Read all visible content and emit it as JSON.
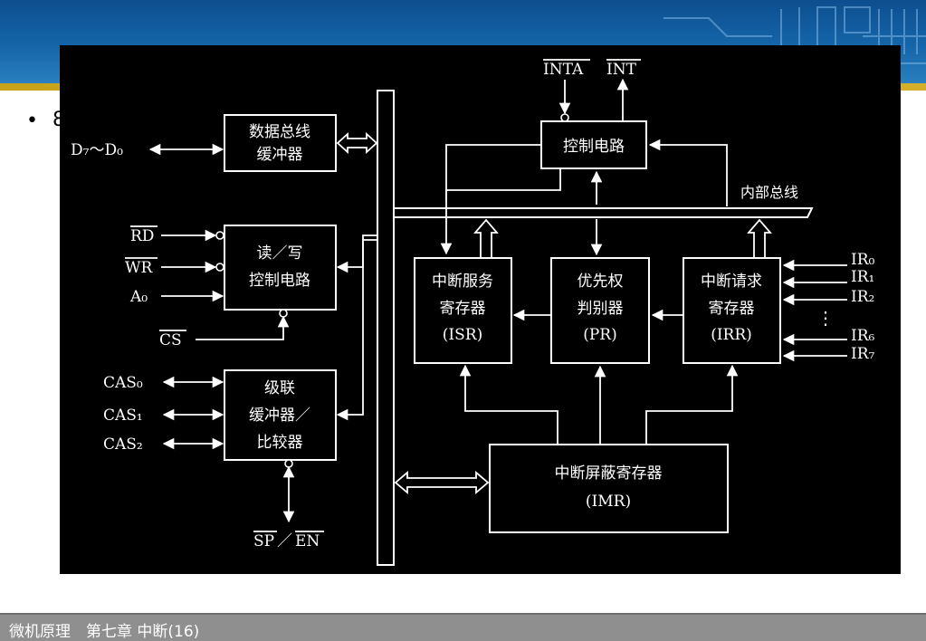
{
  "slide": {
    "bullet_text": "8",
    "footer": "微机原理　第七章 中断(16)"
  },
  "colors": {
    "header_blue": "#1565a8",
    "header_rule_gold": "#c7a21a",
    "diagram_bg": "#000000",
    "diagram_fg": "#ffffff",
    "footer_gray": "#8f8f8f"
  },
  "diagram": {
    "blocks": {
      "data_bus_buffer": [
        "数据总线",
        "缓冲器"
      ],
      "rw_control": [
        "读／写",
        "控制电路"
      ],
      "cascade": [
        "级联",
        "缓冲器／",
        "比较器"
      ],
      "control_logic": [
        "控制电路"
      ],
      "isr": [
        "中断服务",
        "寄存器",
        "(ISR)"
      ],
      "pr": [
        "优先权",
        "判别器",
        "(PR)"
      ],
      "irr": [
        "中断请求",
        "寄存器",
        "(IRR)"
      ],
      "imr": [
        "中断屏蔽寄存器",
        "(IMR)"
      ]
    },
    "signals": {
      "data": "D₇～D₀",
      "rd": "RD",
      "wr": "WR",
      "a0": "A₀",
      "cs": "CS",
      "cas0": "CAS₀",
      "cas1": "CAS₁",
      "cas2": "CAS₂",
      "sp_en_sp": "SP",
      "sp_en_sep": "／",
      "sp_en_en": "EN",
      "inta": "INTA",
      "int": "INT",
      "internal_bus": "内部总线",
      "ir0": "IR₀",
      "ir1": "IR₁",
      "ir2": "IR₂",
      "ir6": "IR₆",
      "ir7": "IR₇",
      "dots": "⋮"
    }
  }
}
